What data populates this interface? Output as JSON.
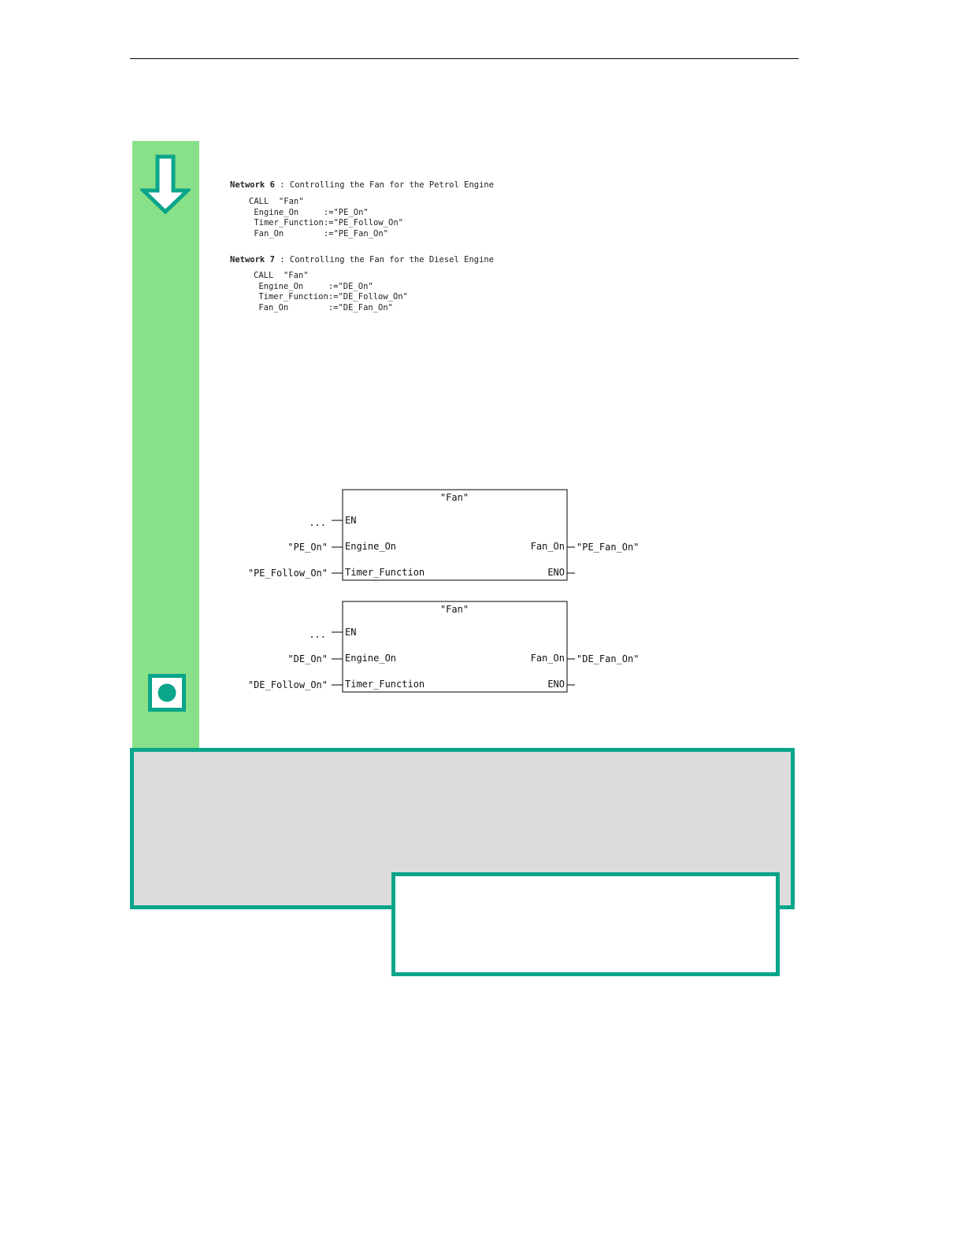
{
  "networks": [
    {
      "label": "Network 6",
      "title": ": Controlling the Fan for the Petrol Engine",
      "code": "CALL  \"Fan\"\n Engine_On     :=\"PE_On\"\n Timer_Function:=\"PE_Follow_On\"\n Fan_On        :=\"PE_Fan_On\""
    },
    {
      "label": "Network 7",
      "title": ": Controlling the Fan for the Diesel Engine",
      "code": "CALL  \"Fan\"\n Engine_On     :=\"DE_On\"\n Timer_Function:=\"DE_Follow_On\"\n Fan_On        :=\"DE_Fan_On\""
    }
  ],
  "fbd_blocks": [
    {
      "name": "\"Fan\"",
      "en_label": "EN",
      "en_input": "...",
      "in1_label": "Engine_On",
      "in1_value": "\"PE_On\"",
      "in2_label": "Timer_Function",
      "in2_value": "\"PE_Follow_On\"",
      "out1_label": "Fan_On",
      "out1_value": "\"PE_Fan_On\"",
      "eno_label": "ENO"
    },
    {
      "name": "\"Fan\"",
      "en_label": "EN",
      "en_input": "...",
      "in1_label": "Engine_On",
      "in1_value": "\"DE_On\"",
      "in2_label": "Timer_Function",
      "in2_value": "\"DE_Follow_On\"",
      "out1_label": "Fan_On",
      "out1_value": "\"DE_Fan_On\"",
      "eno_label": "ENO"
    }
  ],
  "icons": {
    "start": "down-arrow-icon",
    "end": "stop-square-icon"
  },
  "colors": {
    "strip": "#88e088",
    "accent": "#0aa58a",
    "panel": "#dcdcdc"
  }
}
